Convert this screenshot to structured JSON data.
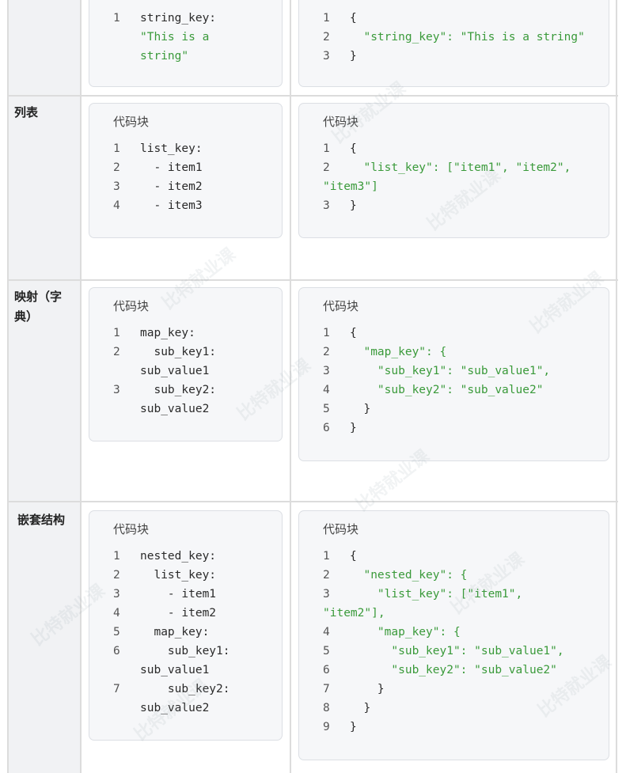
{
  "watermark": "比特就业课",
  "rows": [
    {
      "label": "",
      "yaml": {
        "title": "",
        "lines": [
          {
            "n": "1",
            "t": "string_key:"
          },
          {
            "n": "",
            "t": "\"This is a",
            "s": true
          },
          {
            "n": "",
            "t": "string\"",
            "s": true
          }
        ]
      },
      "json": {
        "title": "",
        "lines": [
          {
            "n": "1",
            "t": "{"
          },
          {
            "n": "2",
            "t": "  \"string_key\": \"This is a string\"",
            "s": true
          },
          {
            "n": "3",
            "t": "}"
          }
        ]
      }
    },
    {
      "label": "列表",
      "yaml": {
        "title": "代码块",
        "lines": [
          {
            "n": "1",
            "t": "list_key:"
          },
          {
            "n": "2",
            "t": "  - item1"
          },
          {
            "n": "3",
            "t": "  - item2"
          },
          {
            "n": "4",
            "t": "  - item3"
          }
        ]
      },
      "json": {
        "title": "代码块",
        "lines": [
          {
            "n": "1",
            "t": "{"
          },
          {
            "n": "2",
            "t": "  \"list_key\": [\"item1\", \"item2\",",
            "s": true
          },
          {
            "n": "",
            "t": "\"item3\"]",
            "s": true,
            "wrap": true
          },
          {
            "n": "3",
            "t": "}"
          }
        ]
      }
    },
    {
      "label": "映射（字典）",
      "yaml": {
        "title": "代码块",
        "lines": [
          {
            "n": "1",
            "t": "map_key:"
          },
          {
            "n": "2",
            "t": "  sub_key1:"
          },
          {
            "n": "",
            "t": "sub_value1"
          },
          {
            "n": "3",
            "t": "  sub_key2:"
          },
          {
            "n": "",
            "t": "sub_value2"
          }
        ]
      },
      "json": {
        "title": "代码块",
        "lines": [
          {
            "n": "1",
            "t": "{"
          },
          {
            "n": "2",
            "t": "  \"map_key\": {",
            "s": true
          },
          {
            "n": "3",
            "t": "    \"sub_key1\": \"sub_value1\",",
            "s": true
          },
          {
            "n": "4",
            "t": "    \"sub_key2\": \"sub_value2\"",
            "s": true
          },
          {
            "n": "5",
            "t": "  }"
          },
          {
            "n": "6",
            "t": "}"
          }
        ]
      }
    },
    {
      "label": "嵌套结构",
      "yaml": {
        "title": "代码块",
        "lines": [
          {
            "n": "1",
            "t": "nested_key:"
          },
          {
            "n": "2",
            "t": "  list_key:"
          },
          {
            "n": "3",
            "t": "    - item1"
          },
          {
            "n": "4",
            "t": "    - item2"
          },
          {
            "n": "5",
            "t": "  map_key:"
          },
          {
            "n": "6",
            "t": "    sub_key1:"
          },
          {
            "n": "",
            "t": "sub_value1"
          },
          {
            "n": "7",
            "t": "    sub_key2:"
          },
          {
            "n": "",
            "t": "sub_value2"
          }
        ]
      },
      "json": {
        "title": "代码块",
        "lines": [
          {
            "n": "1",
            "t": "{"
          },
          {
            "n": "2",
            "t": "  \"nested_key\": {",
            "s": true
          },
          {
            "n": "3",
            "t": "    \"list_key\": [\"item1\",",
            "s": true
          },
          {
            "n": "",
            "t": "\"item2\"],",
            "s": true,
            "wrap": true
          },
          {
            "n": "4",
            "t": "    \"map_key\": {",
            "s": true
          },
          {
            "n": "5",
            "t": "      \"sub_key1\": \"sub_value1\",",
            "s": true
          },
          {
            "n": "6",
            "t": "      \"sub_key2\": \"sub_value2\"",
            "s": true
          },
          {
            "n": "7",
            "t": "    }"
          },
          {
            "n": "8",
            "t": "  }"
          },
          {
            "n": "9",
            "t": "}"
          }
        ]
      }
    }
  ]
}
